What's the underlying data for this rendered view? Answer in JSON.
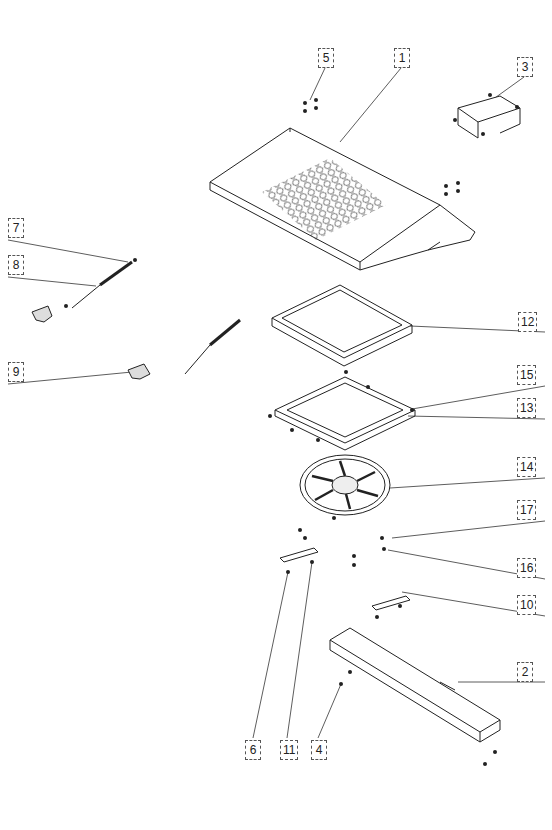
{
  "diagram": {
    "labels": [
      "5",
      "1",
      "3",
      "7",
      "8",
      "9",
      "12",
      "15",
      "13",
      "14",
      "17",
      "16",
      "10",
      "2",
      "6",
      "11",
      "4"
    ]
  }
}
